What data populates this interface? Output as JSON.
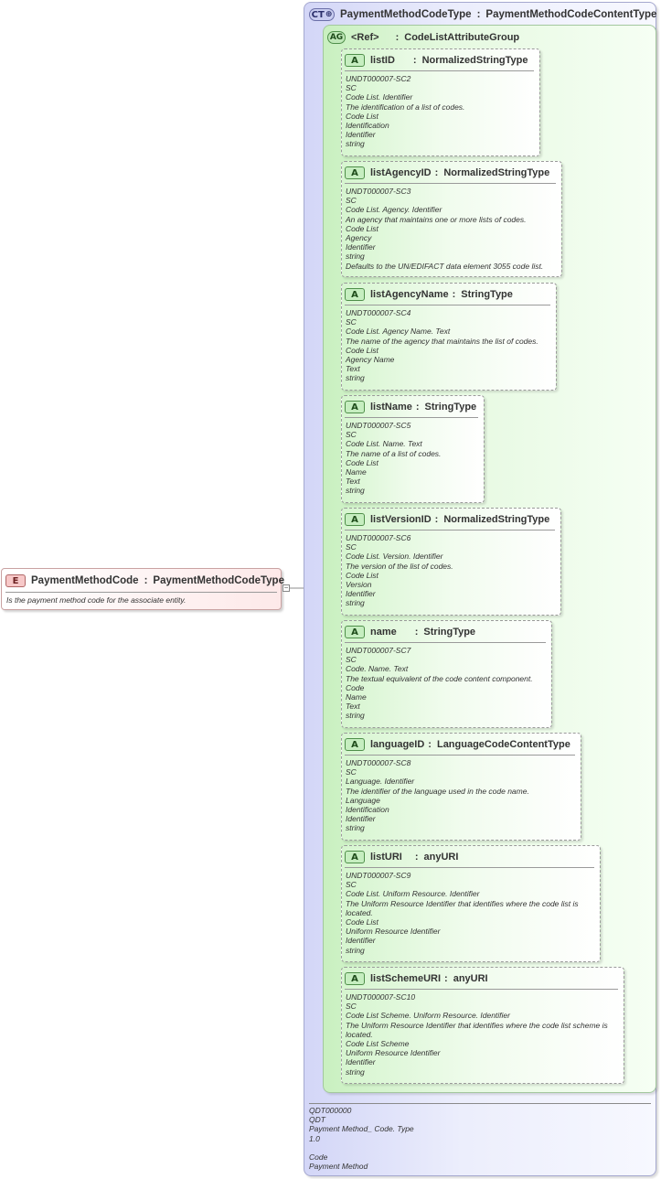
{
  "element": {
    "badge": "E",
    "name": "PaymentMethodCode",
    "type": "PaymentMethodCodeType",
    "description": "Is the payment method code for the associate entity."
  },
  "complex_type": {
    "badge": "CT",
    "name": "PaymentMethodCodeType",
    "type": "PaymentMethodCodeContentType",
    "notes": [
      "QDT000000",
      "QDT",
      "Payment Method_ Code. Type",
      "1.0",
      "",
      "Code",
      "Payment Method"
    ]
  },
  "attribute_group": {
    "badge": "AG",
    "name": "<Ref>",
    "type": "CodeListAttributeGroup"
  },
  "attributes": [
    {
      "badge": "A",
      "name": "listID",
      "type": "NormalizedStringType",
      "lines": [
        "UNDT000007-SC2",
        "SC",
        "Code List. Identifier",
        "The identification of a list of codes.",
        "Code List",
        "Identification",
        "Identifier",
        "string"
      ]
    },
    {
      "badge": "A",
      "name": "listAgencyID",
      "type": "NormalizedStringType",
      "lines": [
        "UNDT000007-SC3",
        "SC",
        "Code List. Agency. Identifier",
        "An agency that maintains one or more lists of codes.",
        "Code List",
        "Agency",
        "Identifier",
        "string",
        "Defaults to the UN/EDIFACT data element 3055 code list."
      ]
    },
    {
      "badge": "A",
      "name": "listAgencyName",
      "type": "StringType",
      "lines": [
        "UNDT000007-SC4",
        "SC",
        "Code List. Agency Name. Text",
        "The name of the agency that maintains the list of codes.",
        "Code List",
        "Agency Name",
        "Text",
        "string"
      ]
    },
    {
      "badge": "A",
      "name": "listName",
      "type": "StringType",
      "lines": [
        "UNDT000007-SC5",
        "SC",
        "Code List. Name. Text",
        "The name of a list of codes.",
        "Code List",
        "Name",
        "Text",
        "string"
      ]
    },
    {
      "badge": "A",
      "name": "listVersionID",
      "type": "NormalizedStringType",
      "lines": [
        "UNDT000007-SC6",
        "SC",
        "Code List. Version. Identifier",
        "The version of the list of codes.",
        "Code List",
        "Version",
        "Identifier",
        "string"
      ]
    },
    {
      "badge": "A",
      "name": "name",
      "type": "StringType",
      "lines": [
        "UNDT000007-SC7",
        "SC",
        "Code. Name. Text",
        "The textual equivalent of the code content component.",
        "Code",
        "Name",
        "Text",
        "string"
      ]
    },
    {
      "badge": "A",
      "name": "languageID",
      "type": "LanguageCodeContentType",
      "lines": [
        "UNDT000007-SC8",
        "SC",
        "Language. Identifier",
        "The identifier of the language used in the code name.",
        "Language",
        "Identification",
        "Identifier",
        "string"
      ]
    },
    {
      "badge": "A",
      "name": "listURI",
      "type": "anyURI",
      "lines": [
        "UNDT000007-SC9",
        "SC",
        "Code List. Uniform Resource. Identifier",
        "The Uniform Resource Identifier that identifies where the code list is located.",
        "Code List",
        "Uniform Resource Identifier",
        "Identifier",
        "string"
      ]
    },
    {
      "badge": "A",
      "name": "listSchemeURI",
      "type": "anyURI",
      "lines": [
        "UNDT000007-SC10",
        "SC",
        "Code List Scheme. Uniform Resource. Identifier",
        "The Uniform Resource Identifier that identifies where the code list scheme is located.",
        "Code List Scheme",
        "Uniform Resource Identifier",
        "Identifier",
        "string"
      ]
    }
  ]
}
